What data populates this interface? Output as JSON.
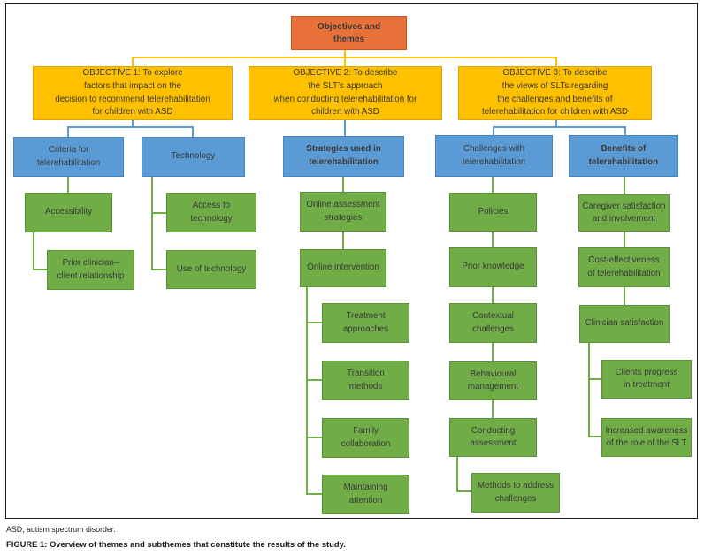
{
  "figure": {
    "root": {
      "label": "Objectives and\nthemes"
    },
    "objectives": [
      {
        "label": "OBJECTIVE 1: To explore\nfactors that impact on the\ndecision to recommend telerehabilitation\nfor children with ASD",
        "themes": [
          {
            "label": "Criteria for\ntelerehabilitation",
            "subthemes": [
              {
                "label": "Accessibility",
                "children": [
                  {
                    "label": "Prior clinician–\nclient relationship"
                  }
                ]
              }
            ]
          },
          {
            "label": "Technology",
            "subthemes": [
              {
                "label": "Access to\ntechnology"
              },
              {
                "label": "Use of technology"
              }
            ]
          }
        ]
      },
      {
        "label": "OBJECTIVE 2: To describe\nthe SLT’s approach\nwhen conducting telerehabilitation for\nchildren with ASD",
        "themes": [
          {
            "label": "Strategies used in\ntelerehabilitation",
            "subthemes": [
              {
                "label": "Online assessment\nstrategies"
              },
              {
                "label": "Online intervention",
                "children": [
                  {
                    "label": "Treatment\napproaches"
                  },
                  {
                    "label": "Transition\nmethods"
                  },
                  {
                    "label": "Family\ncollaboration"
                  },
                  {
                    "label": "Maintaining\nattention"
                  }
                ]
              }
            ]
          }
        ]
      },
      {
        "label": "OBJECTIVE 3: To describe\nthe views of SLTs regarding\nthe challenges and benefits of\ntelerehabilitation for children with ASD",
        "themes": [
          {
            "label": "Challenges with\ntelerehabilitation",
            "subthemes": [
              {
                "label": "Policies"
              },
              {
                "label": "Prior knowledge"
              },
              {
                "label": "Contextual\nchallenges"
              },
              {
                "label": "Behavioural\nmanagement"
              },
              {
                "label": "Conducting\nassessment",
                "children": [
                  {
                    "label": "Methods to address\nchallenges"
                  }
                ]
              }
            ]
          },
          {
            "label": "Benefits of\ntelerehabilitation",
            "subthemes": [
              {
                "label": "Caregiver satisfaction\nand involvement"
              },
              {
                "label": "Cost-effectiveness\nof telerehabilitation"
              },
              {
                "label": "Clinician satisfaction",
                "children": [
                  {
                    "label": "Clients progress\nin treatment"
                  },
                  {
                    "label": "Increased awareness\nof the role of the SLT"
                  }
                ]
              }
            ]
          }
        ]
      }
    ],
    "footer": {
      "abbreviation_note": "ASD, autism spectrum disorder.",
      "caption": "FIGURE 1: Overview of themes and subthemes that constitute the results of the study."
    },
    "colors": {
      "root_fill": "#E8713A",
      "objective_fill": "#FFC000",
      "theme_fill": "#5B9BD5",
      "subtheme_fill": "#70AD47"
    }
  }
}
